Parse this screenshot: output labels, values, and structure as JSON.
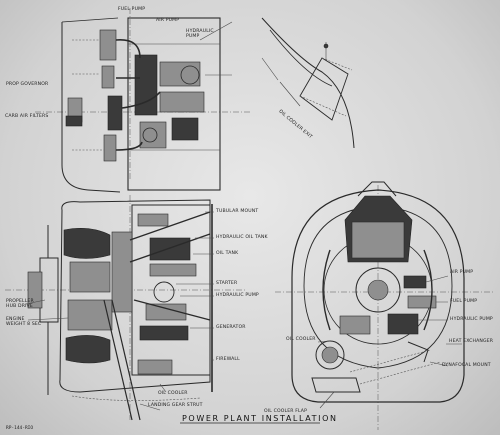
{
  "drawing": {
    "title": "POWER PLANT INSTALLATION",
    "drawing_number": "RP-144-RIO",
    "top_view_labels": {
      "fuel_pump": "FUEL PUMP",
      "air_pump": "AIR PUMP",
      "hydraulic_pump": "HYDRAULIC\nPUMP",
      "prop_governor": "PROP GOVERNOR",
      "carb_air_filters": "CARB AIR FILTERS"
    },
    "cowl_detail_labels": {
      "oil_cooler_exit": "OIL COOLER EXIT"
    },
    "side_view_labels": {
      "tubular_mount": "TUBULAR MOUNT",
      "hydraulic_oil_tank": "HYDRAULIC OIL TANK",
      "oil_tank": "OIL TANK",
      "starter": "STARTER",
      "hydraulic_pump": "HYDRAULIC PUMP",
      "generator": "GENERATOR",
      "firewall": "FIREWALL",
      "oil_cooler": "OIL COOLER",
      "landing_gear_strut": "LANDING GEAR STRUT",
      "propeller_hub_drive": "PROPELLER\nHUB DRIVE",
      "engine_weight": "ENGINE\nWEIGHT 8 SEC"
    },
    "front_view_labels": {
      "air_pump": "AIR PUMP",
      "fuel_pump": "FUEL PUMP",
      "hydraulic_pump": "HYDRAULIC PUMP",
      "heat_exchanger": "HEAT EXCHANGER",
      "dynafocal_mount": "DYNAFOCAL MOUNT",
      "oil_cooler": "OIL COOLER",
      "oil_cooler_flap": "OIL COOLER FLAP"
    }
  }
}
